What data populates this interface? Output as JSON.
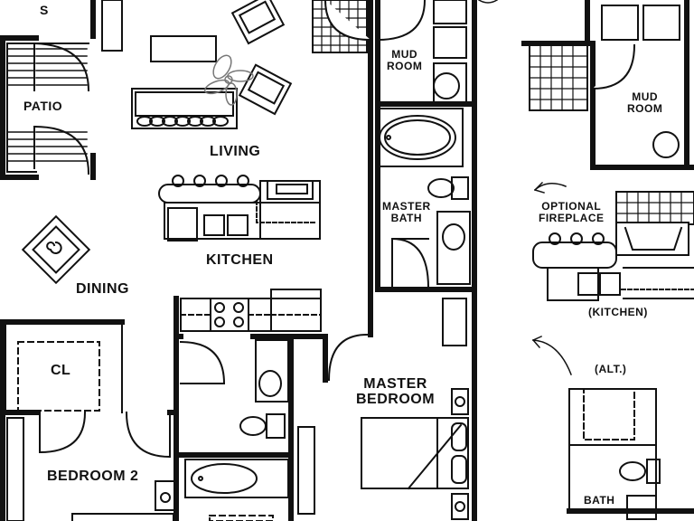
{
  "rooms": {
    "storage": "S",
    "patio": "PATIO",
    "living": "LIVING",
    "kitchen": "KITCHEN",
    "dining": "DINING",
    "closet": "CL",
    "bedroom2": "BEDROOM 2",
    "mud_room": "MUD\nROOM",
    "master_bath": "MASTER\nBATH",
    "master_bedroom": "MASTER\nBEDROOM"
  },
  "alternates": {
    "mud_room": "MUD\nROOM",
    "optional_fireplace": "OPTIONAL\nFIREPLACE",
    "kitchen": "(KITCHEN)",
    "alt": "(ALT.)",
    "bath": "BATH"
  }
}
